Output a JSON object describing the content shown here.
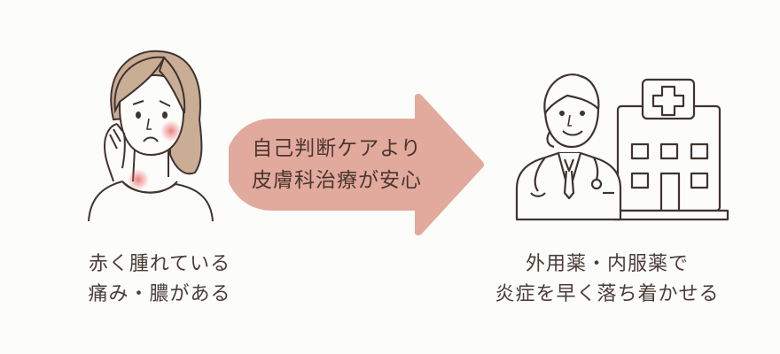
{
  "colors": {
    "background": "#fcfcfa",
    "arrow_fill": "#e2aa9c",
    "text": "#4a3d39",
    "line": "#3e3430",
    "hair": "#c8ae95",
    "blush": "#e8808080"
  },
  "left": {
    "illustration": "woman-with-swollen-red-skin",
    "caption_lines": [
      "赤く腫れている",
      "痛み・膿がある"
    ]
  },
  "arrow": {
    "text_lines": [
      "自己判断ケアより",
      "皮膚科治療が安心"
    ]
  },
  "right": {
    "illustration": "doctor-and-hospital",
    "caption_lines": [
      "外用薬・内服薬で",
      "炎症を早く落ち着かせる"
    ]
  }
}
